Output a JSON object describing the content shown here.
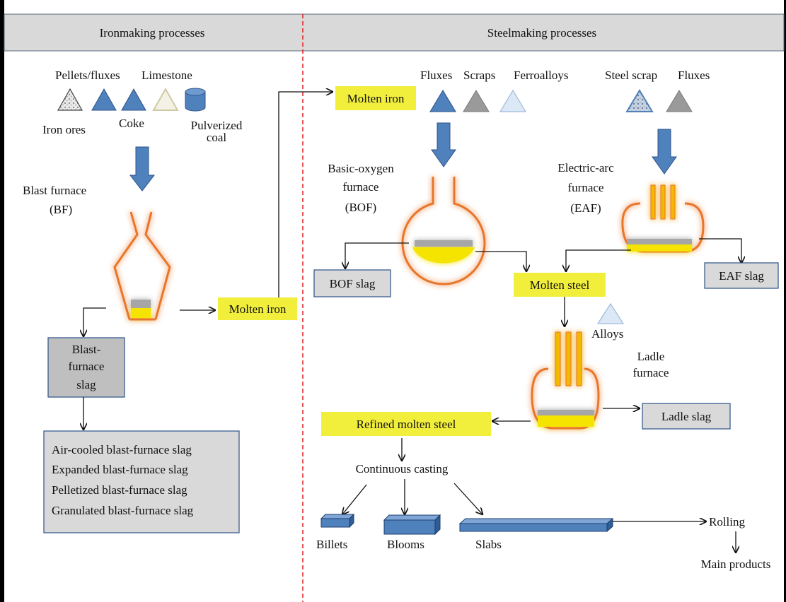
{
  "headers": {
    "ironmaking": "Ironmaking processes",
    "steelmaking": "Steelmaking processes"
  },
  "ironmaking": {
    "inputs_top": {
      "pellets": "Pellets/fluxes",
      "limestone": "Limestone"
    },
    "inputs_bottom": {
      "iron_ores": "Iron ores",
      "coke": "Coke",
      "pulverized_1": "Pulverized",
      "pulverized_2": "coal"
    },
    "blast_furnace": {
      "line1": "Blast furnace",
      "line2": "(BF)"
    },
    "molten_iron": "Molten iron",
    "bf_slag": {
      "line1": "Blast-",
      "line2": "furnace",
      "line3": "slag"
    },
    "slag_types": [
      "Air-cooled blast-furnace slag",
      "Expanded blast-furnace slag",
      "Pelletized blast-furnace slag",
      "Granulated blast-furnace slag"
    ]
  },
  "steelmaking": {
    "molten_iron": "Molten iron",
    "bof_inputs": {
      "fluxes": "Fluxes",
      "scraps": "Scraps",
      "ferroalloys": "Ferroalloys"
    },
    "eaf_inputs": {
      "steel_scrap": "Steel scrap",
      "fluxes": "Fluxes"
    },
    "bof": {
      "line1": "Basic-oxygen",
      "line2": "furnace",
      "line3": "(BOF)"
    },
    "eaf": {
      "line1": "Electric-arc",
      "line2": "furnace",
      "line3": "(EAF)"
    },
    "bof_slag": "BOF slag",
    "eaf_slag": "EAF slag",
    "molten_steel": "Molten steel",
    "alloys": "Alloys",
    "ladle_furnace": {
      "line1": "Ladle",
      "line2": "furnace"
    },
    "ladle_slag": "Ladle slag",
    "refined_molten_steel": "Refined molten steel",
    "continuous_casting": "Continuous casting",
    "billets": "Billets",
    "blooms": "Blooms",
    "slabs": "Slabs",
    "rolling": "Rolling",
    "main_products": "Main products"
  },
  "colors": {
    "header_bg": "#d9d9d9",
    "highlight": "#f2ef3c",
    "blue": "#4f81bd",
    "furnace_outline": "#e8762b",
    "molten": "#f5e400",
    "grey_box": "#d9d9d9",
    "divider": "#e02020"
  }
}
